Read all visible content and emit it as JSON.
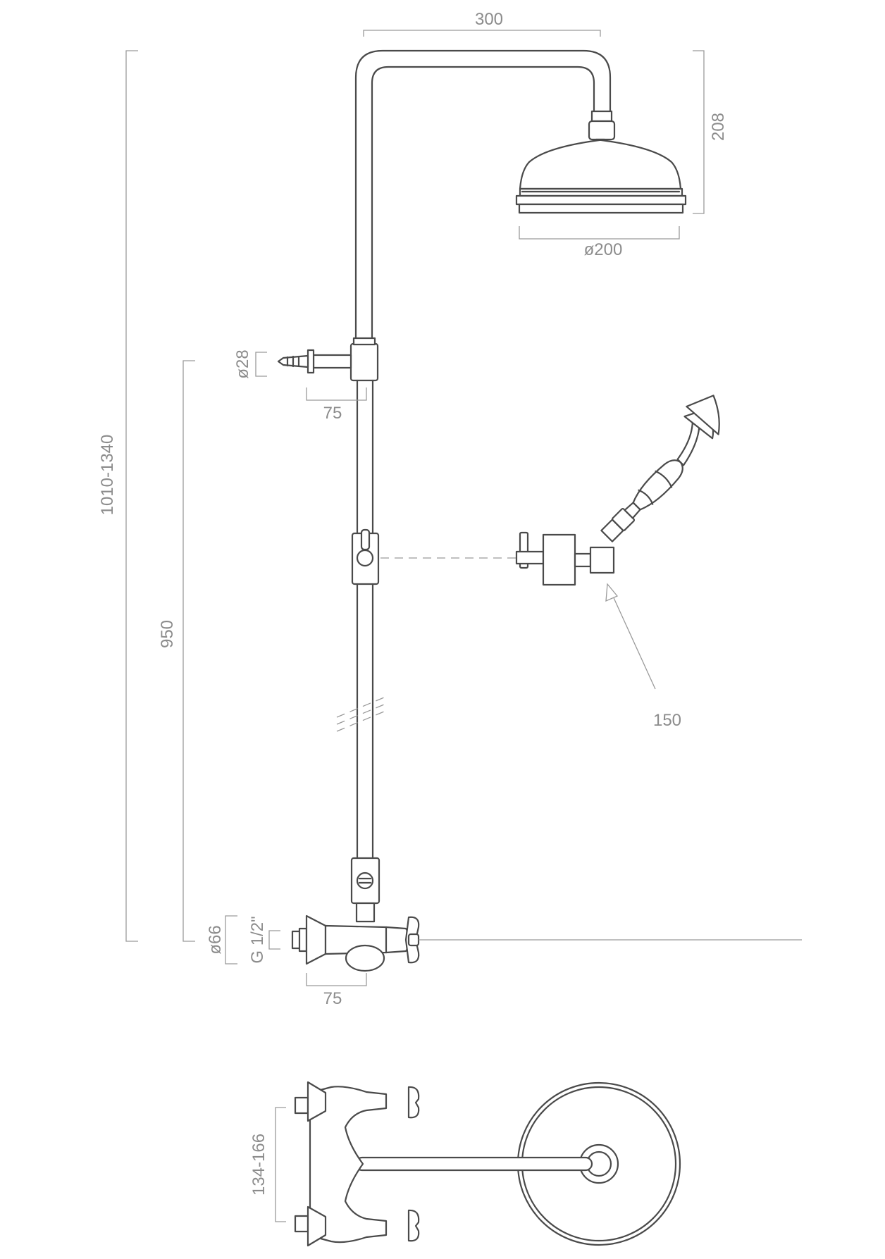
{
  "colors": {
    "outline": "#4a4a4a",
    "dimension": "#9a9a9a",
    "background": "#ffffff"
  },
  "dimensions": {
    "arm_length": "300",
    "head_height": "208",
    "head_diameter": "ø200",
    "bracket_diameter": "ø28",
    "bracket_offset": "75",
    "total_height": "1010-1340",
    "slide_rail_height": "950",
    "holder_pivot": "150",
    "mixer_diameter": "ø66",
    "inlet_thread": "G 1/2\"",
    "mixer_offset": "75",
    "inlet_centers": "134-166"
  }
}
